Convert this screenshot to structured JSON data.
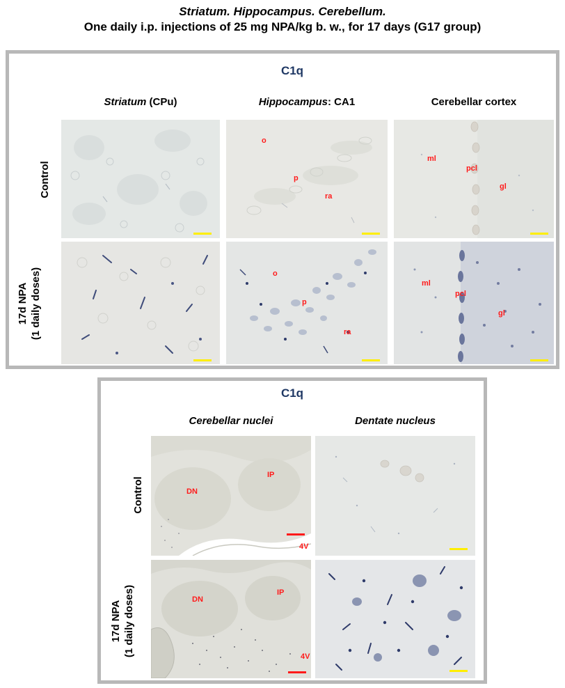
{
  "figure": {
    "title_line1": "Striatum. Hippocampus. Cerebellum.",
    "title_line2": "One daily i.p. injections of 25 mg NPA/kg b. w., for 17 days  (G17 group)"
  },
  "top_panel": {
    "stain": "C1q",
    "columns": [
      {
        "italic": "Striatum",
        "rest": " (CPu)"
      },
      {
        "italic": "Hippocampus",
        "rest": ": CA1"
      },
      {
        "italic": "",
        "rest": "Cerebellar cortex"
      }
    ],
    "rows": [
      {
        "line1": "Control",
        "line2": ""
      },
      {
        "line1": "17d NPA",
        "line2": "(1 daily doses)"
      }
    ],
    "region_labels": {
      "hippo_control": [
        "o",
        "p",
        "ra"
      ],
      "cereb_control": [
        "ml",
        "pcl",
        "gl"
      ],
      "hippo_npa": [
        "o",
        "p",
        "ra"
      ],
      "cereb_npa": [
        "ml",
        "pcl",
        "gl"
      ]
    }
  },
  "bottom_panel": {
    "stain": "C1q",
    "columns": [
      {
        "italic": "Cerebellar nuclei"
      },
      {
        "italic": "Dentate nucleus"
      }
    ],
    "rows": [
      {
        "line1": "Control",
        "line2": ""
      },
      {
        "line1": "17d NPA",
        "line2": "(1 daily doses)"
      }
    ],
    "region_labels": {
      "nuclei_control": [
        "DN",
        "IP",
        "4V"
      ],
      "nuclei_npa": [
        "DN",
        "IP",
        "4V"
      ]
    }
  },
  "colors": {
    "panel_border": "#b8b8b8",
    "stain_title": "#1f3864",
    "region_label": "#ff1a1a",
    "scale_bar_yellow": "#ffee00",
    "scale_bar_red": "#ff1a1a",
    "tissue_bg": "#e6e8e6",
    "stain_dark": "#2b3a66"
  }
}
